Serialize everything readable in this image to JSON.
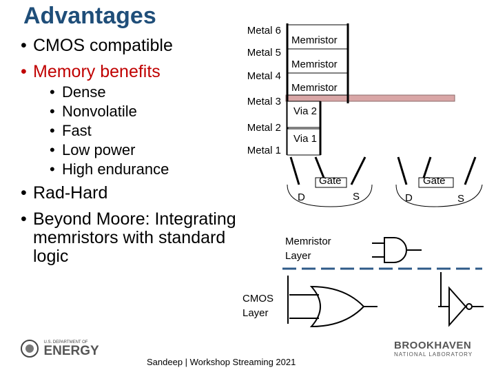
{
  "slide": {
    "title": "Advantages",
    "bullets_main": [
      {
        "text": "CMOS compatible",
        "color": "#000000"
      },
      {
        "text": "Memory benefits",
        "color": "#c00000"
      }
    ],
    "sub_bullets": [
      "Dense",
      "Nonvolatile",
      "Fast",
      "Low power",
      "High endurance"
    ],
    "bullets_more": [
      "Rad-Hard",
      "Beyond Moore: Integrating",
      "memristors with standard",
      "logic"
    ],
    "footer": "Sandeep | Workshop Streaming 2021",
    "logo_left": {
      "small": "U.S. DEPARTMENT OF",
      "big": "ENERGY"
    },
    "logo_right": {
      "big": "BROOKHAVEN",
      "small": "NATIONAL LABORATORY"
    }
  },
  "diagram": {
    "metal_labels": [
      "Metal 6",
      "Metal 5",
      "Metal 4",
      "Metal 3",
      "Metal 2",
      "Metal 1"
    ],
    "memristors": [
      "Memristor",
      "Memristor",
      "Memristor"
    ],
    "vias": [
      "Via 2",
      "Via 1"
    ],
    "transistors": [
      {
        "gate": "Gate",
        "drain": "D",
        "source": "S"
      },
      {
        "gate": "Gate",
        "drain": "D",
        "source": "S"
      }
    ],
    "memristor_layer": [
      "Memristor",
      "Layer"
    ],
    "cmos_layer": [
      "CMOS",
      "Layer"
    ],
    "colors": {
      "metal_bar": "#d9a6a6",
      "accent": "#1f4e79",
      "red": "#c00000",
      "dash": "#2e5a88"
    }
  }
}
